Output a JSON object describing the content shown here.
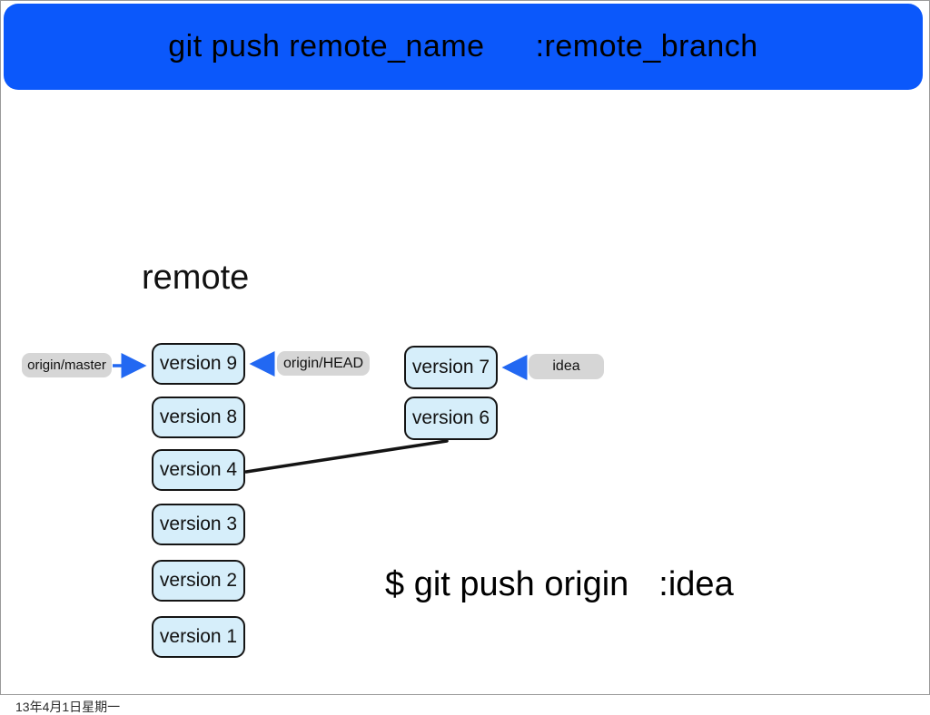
{
  "header": {
    "command_left": "git push remote_name",
    "command_right": ":remote_branch"
  },
  "diagram": {
    "remote_label": "remote",
    "left_column": [
      "version 9",
      "version 8",
      "version 4",
      "version 3",
      "version 2",
      "version 1"
    ],
    "right_column": [
      "version 7",
      "version 6"
    ],
    "refs": {
      "origin_master": "origin/master",
      "origin_head": "origin/HEAD",
      "idea": "idea"
    }
  },
  "command": {
    "left": "$ git push origin",
    "right": ":idea"
  },
  "footer": {
    "date": "13年4月1日星期一"
  },
  "colors": {
    "header_blue": "#0b58fb",
    "box_fill": "#d6eefa",
    "pill_gray": "#d6d6d6",
    "arrow_blue": "#2268f2",
    "connector_black": "#141414"
  }
}
